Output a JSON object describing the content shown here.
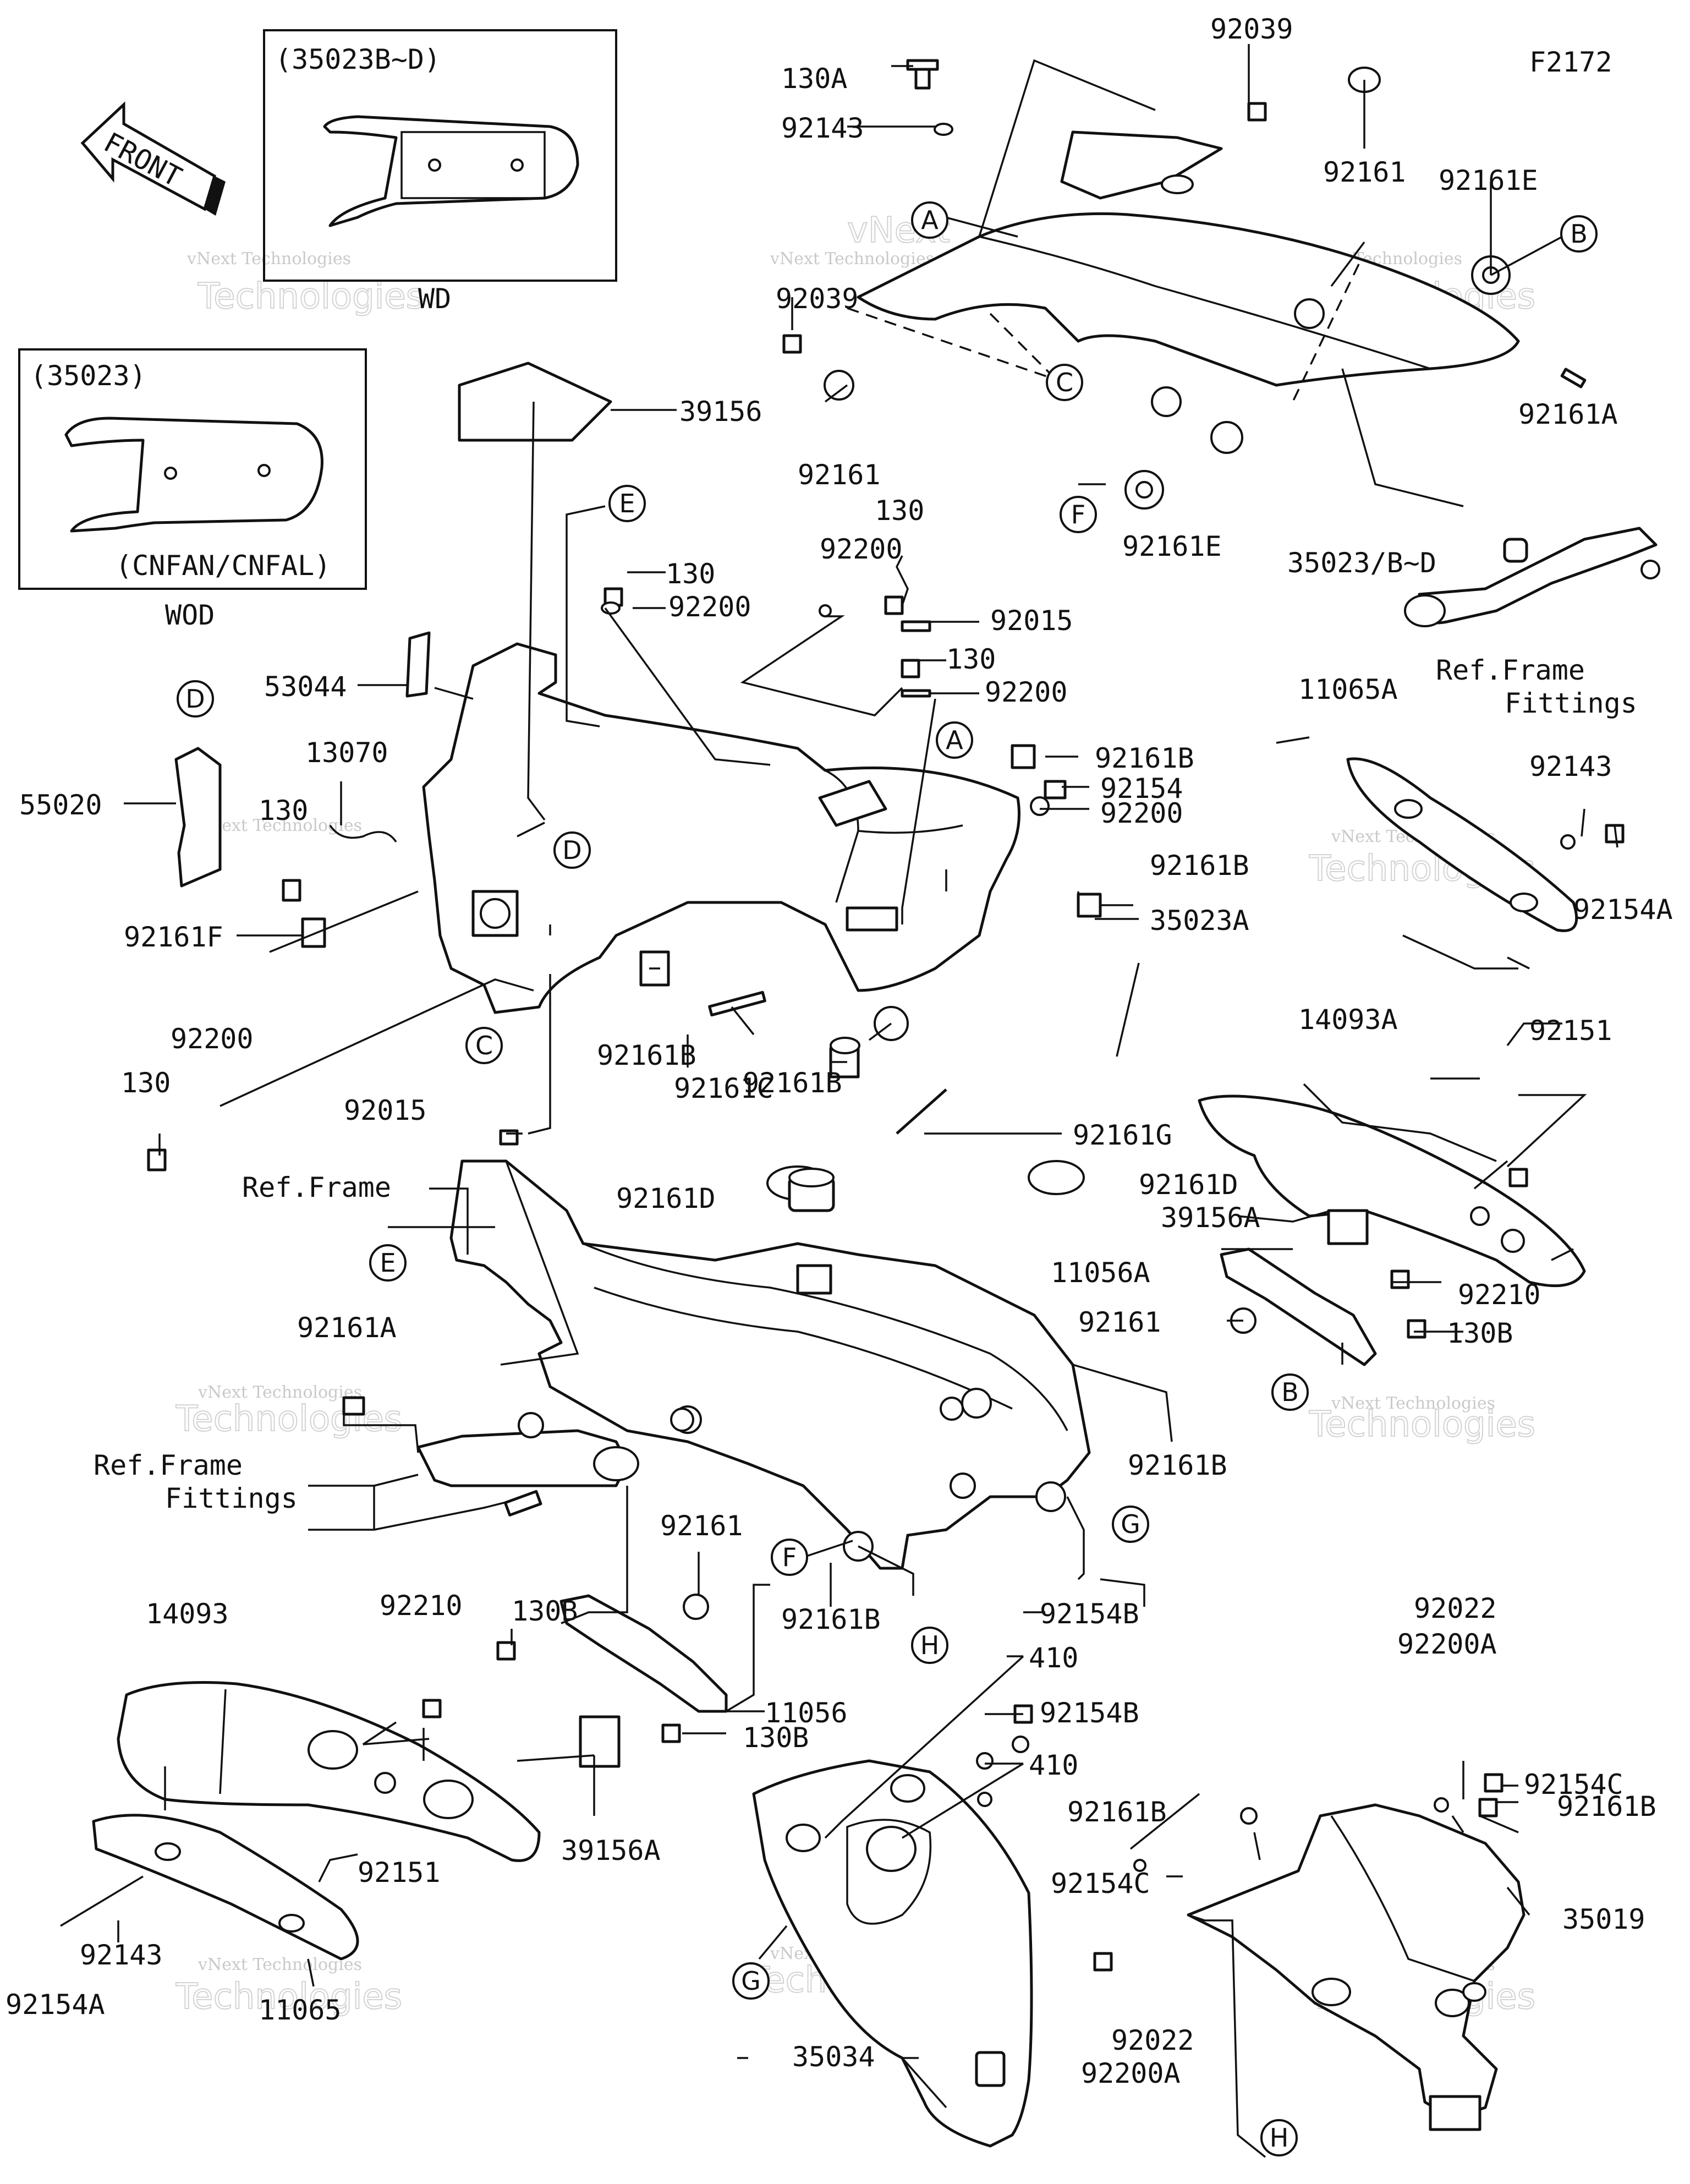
{
  "diagram_code": "F2172",
  "front_label": "FRONT",
  "watermark": {
    "line1": "vNext Technologies",
    "line2": "vNext",
    "line3": "Technologies"
  },
  "inset_wd": {
    "header": "(35023B~D)",
    "caption": "WD"
  },
  "inset_wod": {
    "header": "(35023)",
    "variant": "(CNFAN/CNFAL)",
    "caption": "WOD"
  },
  "ref_labels": {
    "frame": "Ref.Frame",
    "fittings_1": "Ref.Frame",
    "fittings_2": "Fittings"
  },
  "circle_refs": [
    "A",
    "B",
    "C",
    "D",
    "E",
    "F",
    "G",
    "H"
  ],
  "parts": {
    "p130A": "130A",
    "p92039a": "92039",
    "p92143a": "92143",
    "p92039b": "92039",
    "p92161a": "92161",
    "p92161b": "92161",
    "p92161Ea": "92161E",
    "p92161Eb": "92161E",
    "p35023BD": "35023/B~D",
    "p92161Aa": "92161A",
    "p39156": "39156",
    "p130a": "130",
    "p92200a": "92200",
    "p92200b": "92200",
    "p130b": "130",
    "p92015a": "92015",
    "p130c": "130",
    "p92200c": "92200",
    "p53044": "53044",
    "p13070": "13070",
    "p130d": "130",
    "p55020": "55020",
    "p92161F": "92161F",
    "p92200d": "92200",
    "p130e": "130",
    "p92015b": "92015",
    "p92161Ba": "92161B",
    "p92154": "92154",
    "p92200e": "92200",
    "p92161Bb": "92161B",
    "p35023A": "35023A",
    "p92161Bc": "92161B",
    "p92161C": "92161C",
    "p92161Bd": "92161B",
    "p92161G": "92161G",
    "p11065A": "11065A",
    "p92143b": "92143",
    "p92154Aa": "92154A",
    "p14093A": "14093A",
    "p92151a": "92151",
    "p39156Aa": "39156A",
    "p92210a": "92210",
    "p11056A": "11056A",
    "p92161c": "92161",
    "p130Ba": "130B",
    "p92161Da": "92161D",
    "p92161Db": "92161D",
    "p92161Aa2": "92161A",
    "p92161Be": "92161B",
    "p92161d": "92161",
    "p130Bb": "130B",
    "p11056": "11056",
    "p130Bc": "130B",
    "p92161Bf": "92161B",
    "p14093": "14093",
    "p92210b": "92210",
    "p39156Ab": "39156A",
    "p92151b": "92151",
    "p92143c": "92143",
    "p92154Ab": "92154A",
    "p11065": "11065",
    "p92154Ba": "92154B",
    "p410a": "410",
    "p92154Bb": "92154B",
    "p410b": "410",
    "p35034": "35034",
    "p92022a": "92022",
    "p92200Aa": "92200A",
    "p92154Ca": "92154C",
    "p92161Bg": "92161B",
    "p92161Bh": "92161B",
    "p35019": "35019",
    "p92154Cb": "92154C",
    "p92022b": "92022",
    "p92200Ab": "92200A"
  }
}
